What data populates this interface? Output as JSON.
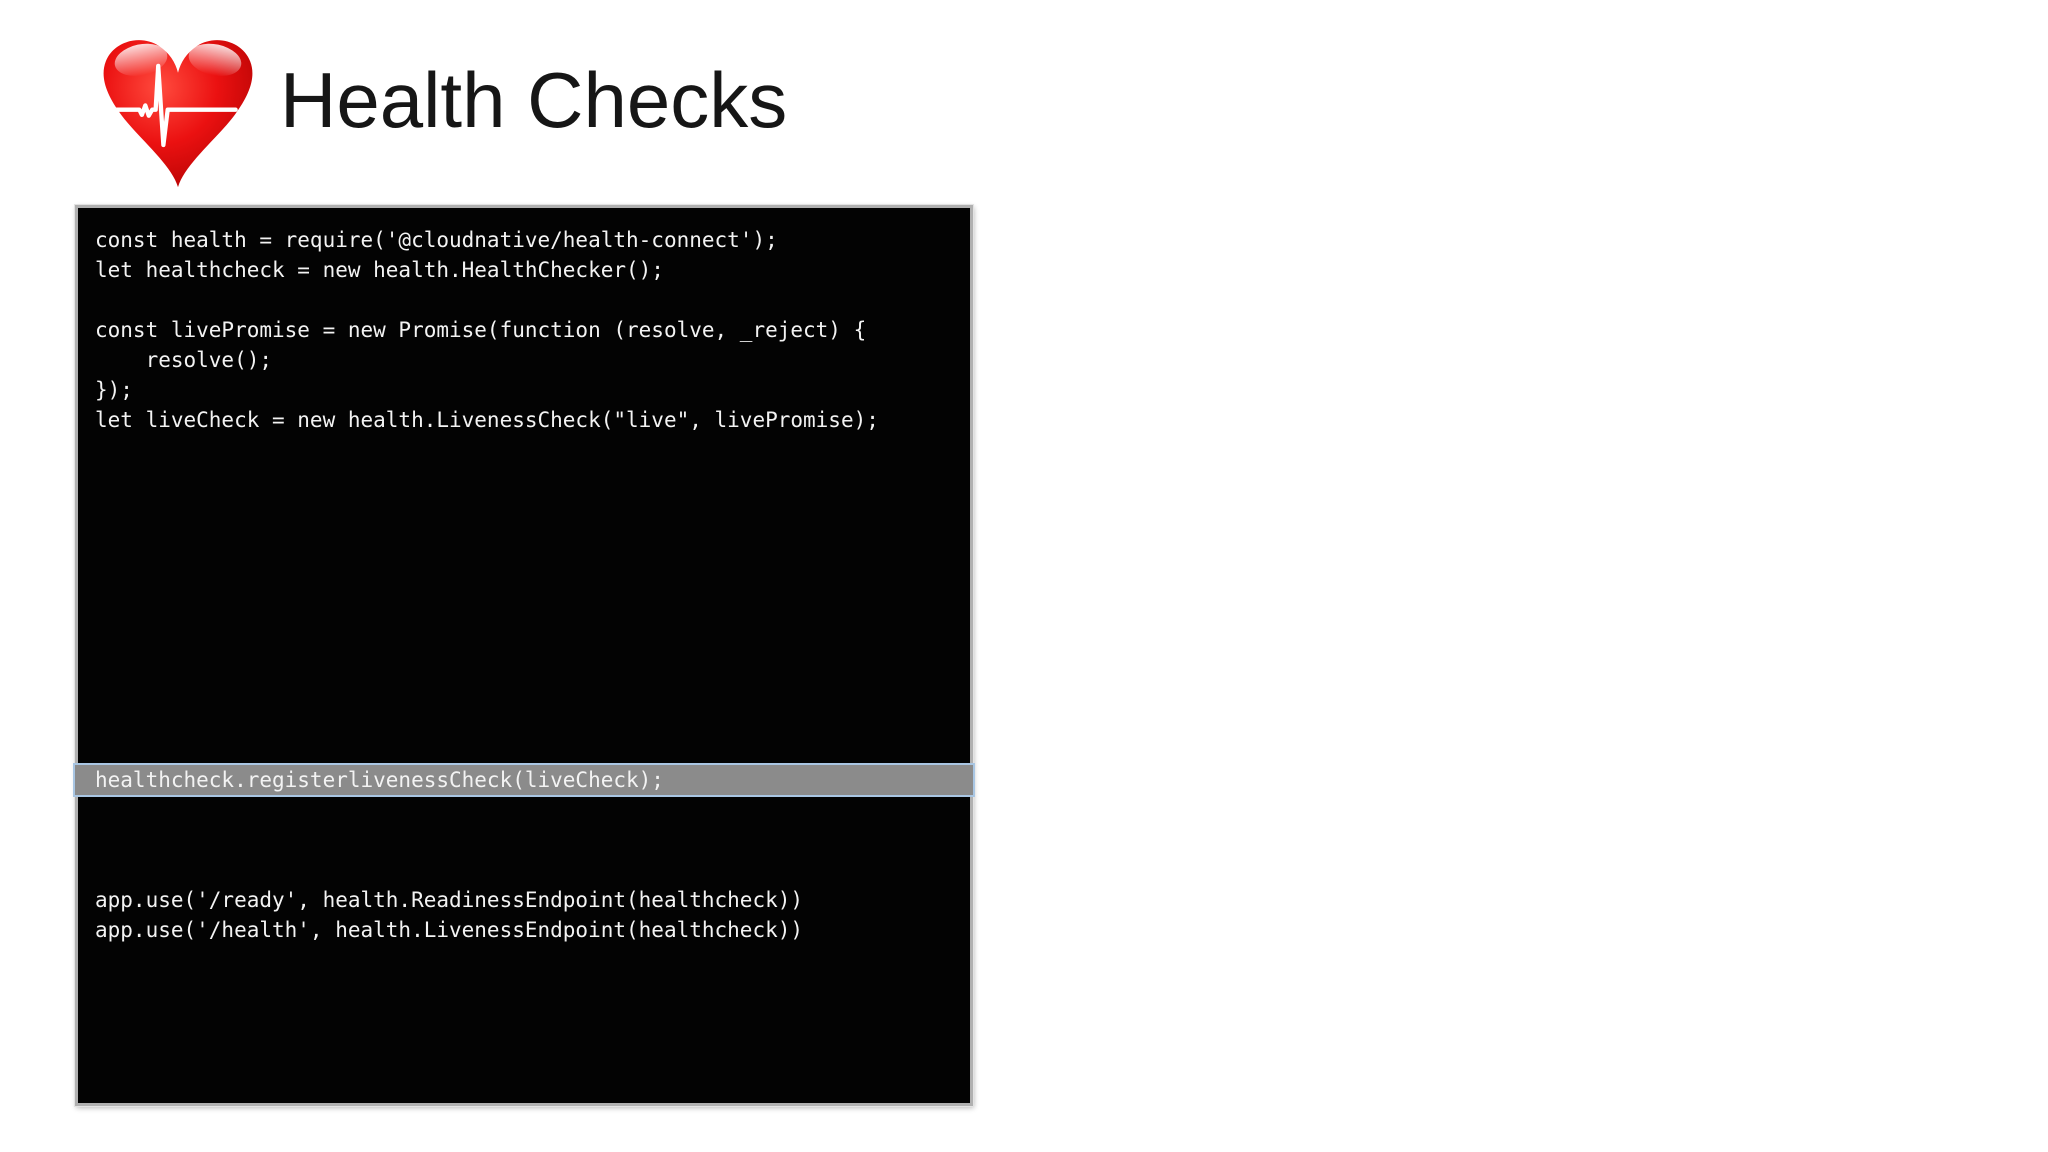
{
  "header": {
    "title": "Health Checks",
    "icon": "heart-ekg-icon",
    "icon_colors": {
      "heart_red": "#e01010",
      "heart_dark_red": "#a80000",
      "ekg_line": "#ffffff"
    }
  },
  "code_panel": {
    "background": "#030303",
    "border_color": "#b0b0b0",
    "text_color": "#f3f3f3",
    "highlight": {
      "background": "#8b8b8b",
      "border": "#a9c6e3",
      "line_index": 18
    },
    "lines": [
      "const health = require('@cloudnative/health-connect');",
      "let healthcheck = new health.HealthChecker();",
      "",
      "const livePromise = new Promise(function (resolve, _reject) {",
      "    resolve();",
      "});",
      "let liveCheck = new health.LivenessCheck(\"live\", livePromise);",
      "",
      "",
      "",
      "",
      "",
      "",
      "",
      "",
      "",
      "",
      "",
      "healthcheck.registerlivenessCheck(liveCheck);",
      "",
      "",
      "",
      "app.use('/ready', health.ReadinessEndpoint(healthcheck))",
      "app.use('/health', health.LivenessEndpoint(healthcheck))",
      "",
      "",
      "",
      "",
      ""
    ]
  }
}
